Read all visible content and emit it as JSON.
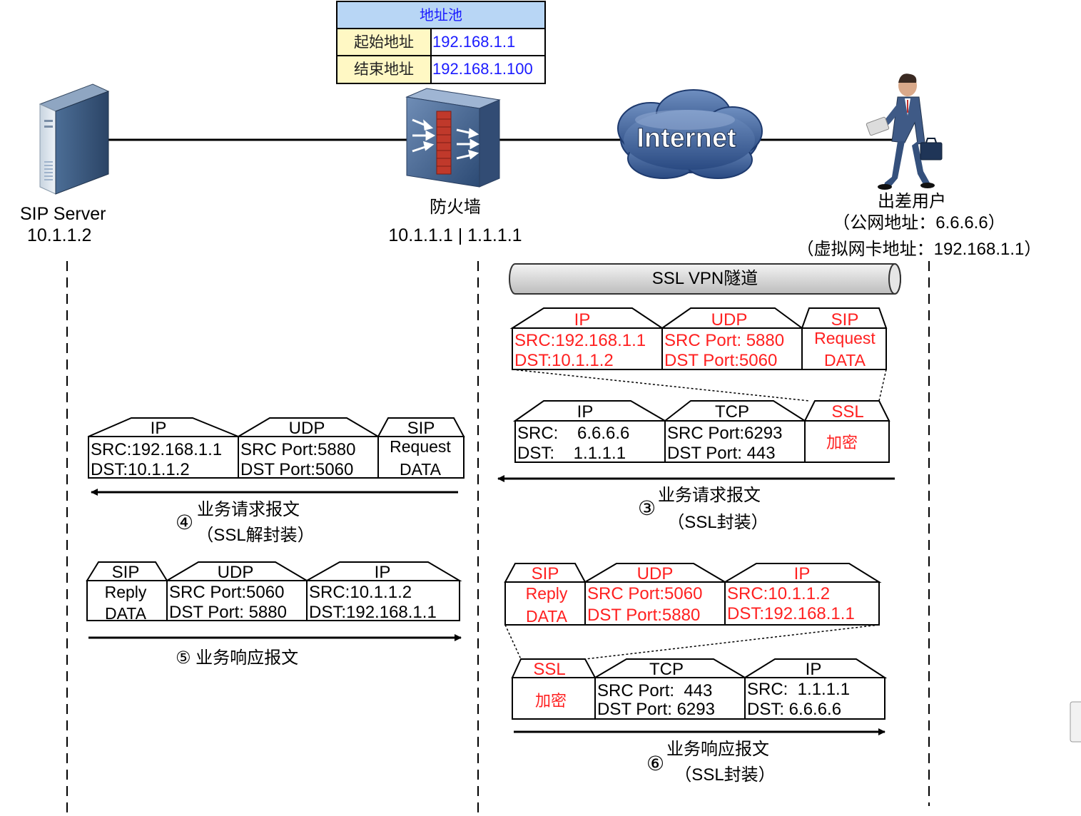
{
  "pool_table": {
    "title": "地址池",
    "rows": [
      {
        "label": "起始地址",
        "value": "192.168.1.1"
      },
      {
        "label": "结束地址",
        "value": "192.168.1.100"
      }
    ]
  },
  "nodes": {
    "server": {
      "name": "SIP Server",
      "ip": "10.1.1.2"
    },
    "firewall": {
      "name": "防火墙",
      "ip": "10.1.1.1 | 1.1.1.1"
    },
    "cloud": {
      "label": "Internet"
    },
    "user": {
      "name": "出差用户",
      "public_addr": "（公网地址：6.6.6.6）",
      "virtual_addr": "（虚拟网卡地址：192.168.1.1）"
    }
  },
  "tunnel": {
    "label": "SSL VPN隧道"
  },
  "step3": {
    "inner": {
      "ip": {
        "title": "IP",
        "l1": "SRC:192.168.1.1",
        "l2": "DST:10.1.1.2"
      },
      "udp": {
        "title": "UDP",
        "l1": "SRC Port: 5880",
        "l2": "DST Port:5060"
      },
      "sip": {
        "title": "SIP",
        "l1": "Request",
        "l2": "DATA"
      }
    },
    "outer": {
      "ip": {
        "title": "IP",
        "l1": "SRC:    6.6.6.6",
        "l2": "DST:    1.1.1.1"
      },
      "tcp": {
        "title": "TCP",
        "l1": "SRC Port:6293",
        "l2": "DST Port: 443"
      },
      "ssl": {
        "title": "SSL",
        "body": "加密"
      }
    },
    "num": "③",
    "caption1": "业务请求报文",
    "caption2": "（SSL封装）"
  },
  "step4": {
    "ip": {
      "title": "IP",
      "l1": "SRC:192.168.1.1",
      "l2": "DST:10.1.1.2"
    },
    "udp": {
      "title": "UDP",
      "l1": "SRC Port:5880",
      "l2": "DST Port:5060"
    },
    "sip": {
      "title": "SIP",
      "l1": "Request",
      "l2": "DATA"
    },
    "num": "④",
    "caption1": "业务请求报文",
    "caption2": "（SSL解封装）"
  },
  "step5": {
    "sip": {
      "title": "SIP",
      "l1": "Reply",
      "l2": "DATA"
    },
    "udp": {
      "title": "UDP",
      "l1": "SRC Port:5060",
      "l2": "DST Port: 5880"
    },
    "ip": {
      "title": "IP",
      "l1": "SRC:10.1.1.2",
      "l2": "DST:192.168.1.1"
    },
    "caption": "⑤ 业务响应报文"
  },
  "step6": {
    "inner": {
      "sip": {
        "title": "SIP",
        "l1": "Reply",
        "l2": "DATA"
      },
      "udp": {
        "title": "UDP",
        "l1": "SRC Port:5060",
        "l2": "DST Port:5880"
      },
      "ip": {
        "title": "IP",
        "l1": "SRC:10.1.1.2",
        "l2": "DST:192.168.1.1"
      }
    },
    "outer": {
      "ssl": {
        "title": "SSL",
        "body": "加密"
      },
      "tcp": {
        "title": "TCP",
        "l1": "SRC Port:  443",
        "l2": "DST Port: 6293"
      },
      "ip": {
        "title": "IP",
        "l1": "SRC:  1.1.1.1",
        "l2": "DST: 6.6.6.6"
      }
    },
    "num": "⑥",
    "caption1": "业务响应报文",
    "caption2": "（SSL封装）"
  },
  "colors": {
    "red": "#ff2020",
    "blue": "#1a1aff",
    "table_header": "#b8d6f5",
    "table_label": "#fff8c4"
  },
  "icons": {
    "server": "server-tower-icon",
    "firewall": "firewall-icon",
    "cloud": "internet-cloud-icon",
    "user": "business-traveler-icon"
  }
}
